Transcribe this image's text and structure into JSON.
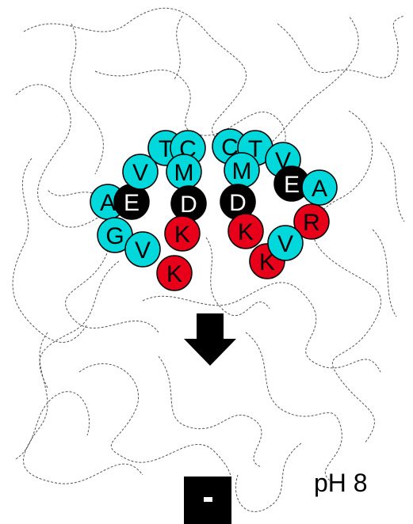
{
  "diagram": {
    "ph_label": "pH 8",
    "charge_symbol": "-",
    "colors": {
      "neutral": "#00d8dc",
      "acidic": "#000000",
      "basic": "#e8001a",
      "chain": "#555555",
      "arrow": "#000000"
    },
    "residues": [
      {
        "letter": "A",
        "type": "neutral"
      },
      {
        "letter": "E",
        "type": "acidic"
      },
      {
        "letter": "V",
        "type": "neutral"
      },
      {
        "letter": "T",
        "type": "neutral"
      },
      {
        "letter": "C",
        "type": "neutral"
      },
      {
        "letter": "M",
        "type": "neutral"
      },
      {
        "letter": "D",
        "type": "acidic"
      },
      {
        "letter": "G",
        "type": "neutral"
      },
      {
        "letter": "V",
        "type": "neutral"
      },
      {
        "letter": "K",
        "type": "basic"
      },
      {
        "letter": "K",
        "type": "basic"
      },
      {
        "letter": "C",
        "type": "neutral"
      },
      {
        "letter": "T",
        "type": "neutral"
      },
      {
        "letter": "M",
        "type": "neutral"
      },
      {
        "letter": "D",
        "type": "acidic"
      },
      {
        "letter": "V",
        "type": "neutral"
      },
      {
        "letter": "E",
        "type": "acidic"
      },
      {
        "letter": "A",
        "type": "neutral"
      },
      {
        "letter": "R",
        "type": "basic"
      },
      {
        "letter": "K",
        "type": "basic"
      },
      {
        "letter": "V",
        "type": "neutral"
      },
      {
        "letter": "K",
        "type": "basic"
      }
    ]
  }
}
